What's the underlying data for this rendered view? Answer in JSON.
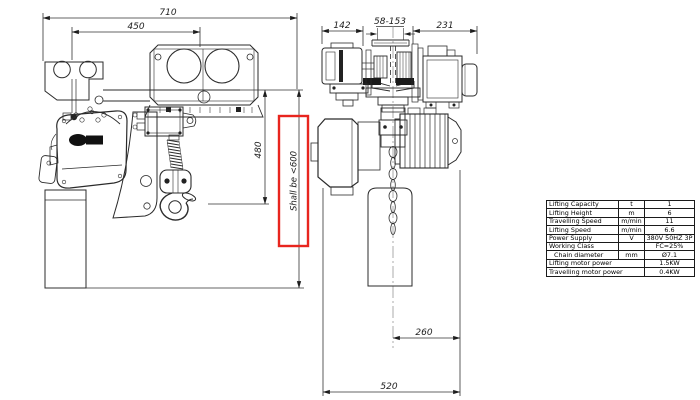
{
  "front_view": {
    "dim_total_width": "710",
    "dim_trolley_width": "450",
    "dim_height": "480",
    "note": "Shall be <600"
  },
  "side_view": {
    "dim_motor_width": "142",
    "dim_beam_flange_range": "58-153",
    "dim_drive_width": "231",
    "dim_chain_bag_offset": "260",
    "dim_total_width": "520"
  },
  "colors": {
    "highlight_red": "#e8251e",
    "line": "#2b2b2b"
  },
  "spec_table": {
    "rows": [
      {
        "label": "Lifting Capacity",
        "unit": "t",
        "value": "1"
      },
      {
        "label": "Lifting Height",
        "unit": "m",
        "value": "6"
      },
      {
        "label": "Travelling Speed",
        "unit": "m/min",
        "value": "11"
      },
      {
        "label": "Lifting Speed",
        "unit": "m/min",
        "value": "6.6"
      },
      {
        "label": "Power Supply",
        "unit": "V",
        "value": "380V 50HZ 3P"
      },
      {
        "label": "Working Class",
        "unit": "",
        "value": "FC=25%"
      },
      {
        "label": "Chain diameter",
        "unit": "mm",
        "value": "Ø7.1"
      },
      {
        "label": "Lifting motor power",
        "value": "1.5KW"
      },
      {
        "label": "Travelling motor power",
        "value": "0.4KW"
      }
    ]
  }
}
